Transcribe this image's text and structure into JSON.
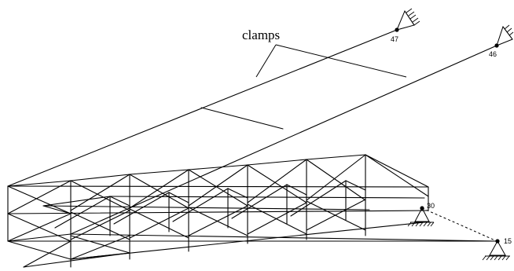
{
  "callout": {
    "label": "clamps"
  },
  "nodes": [
    {
      "id": "47",
      "label": "47",
      "support": "fixed-clamp"
    },
    {
      "id": "46",
      "label": "46",
      "support": "fixed-clamp"
    },
    {
      "id": "30",
      "label": "30",
      "support": "pin"
    },
    {
      "id": "15",
      "label": "15",
      "support": "pin"
    }
  ],
  "colors": {
    "stroke": "#000000",
    "background": "#ffffff"
  }
}
